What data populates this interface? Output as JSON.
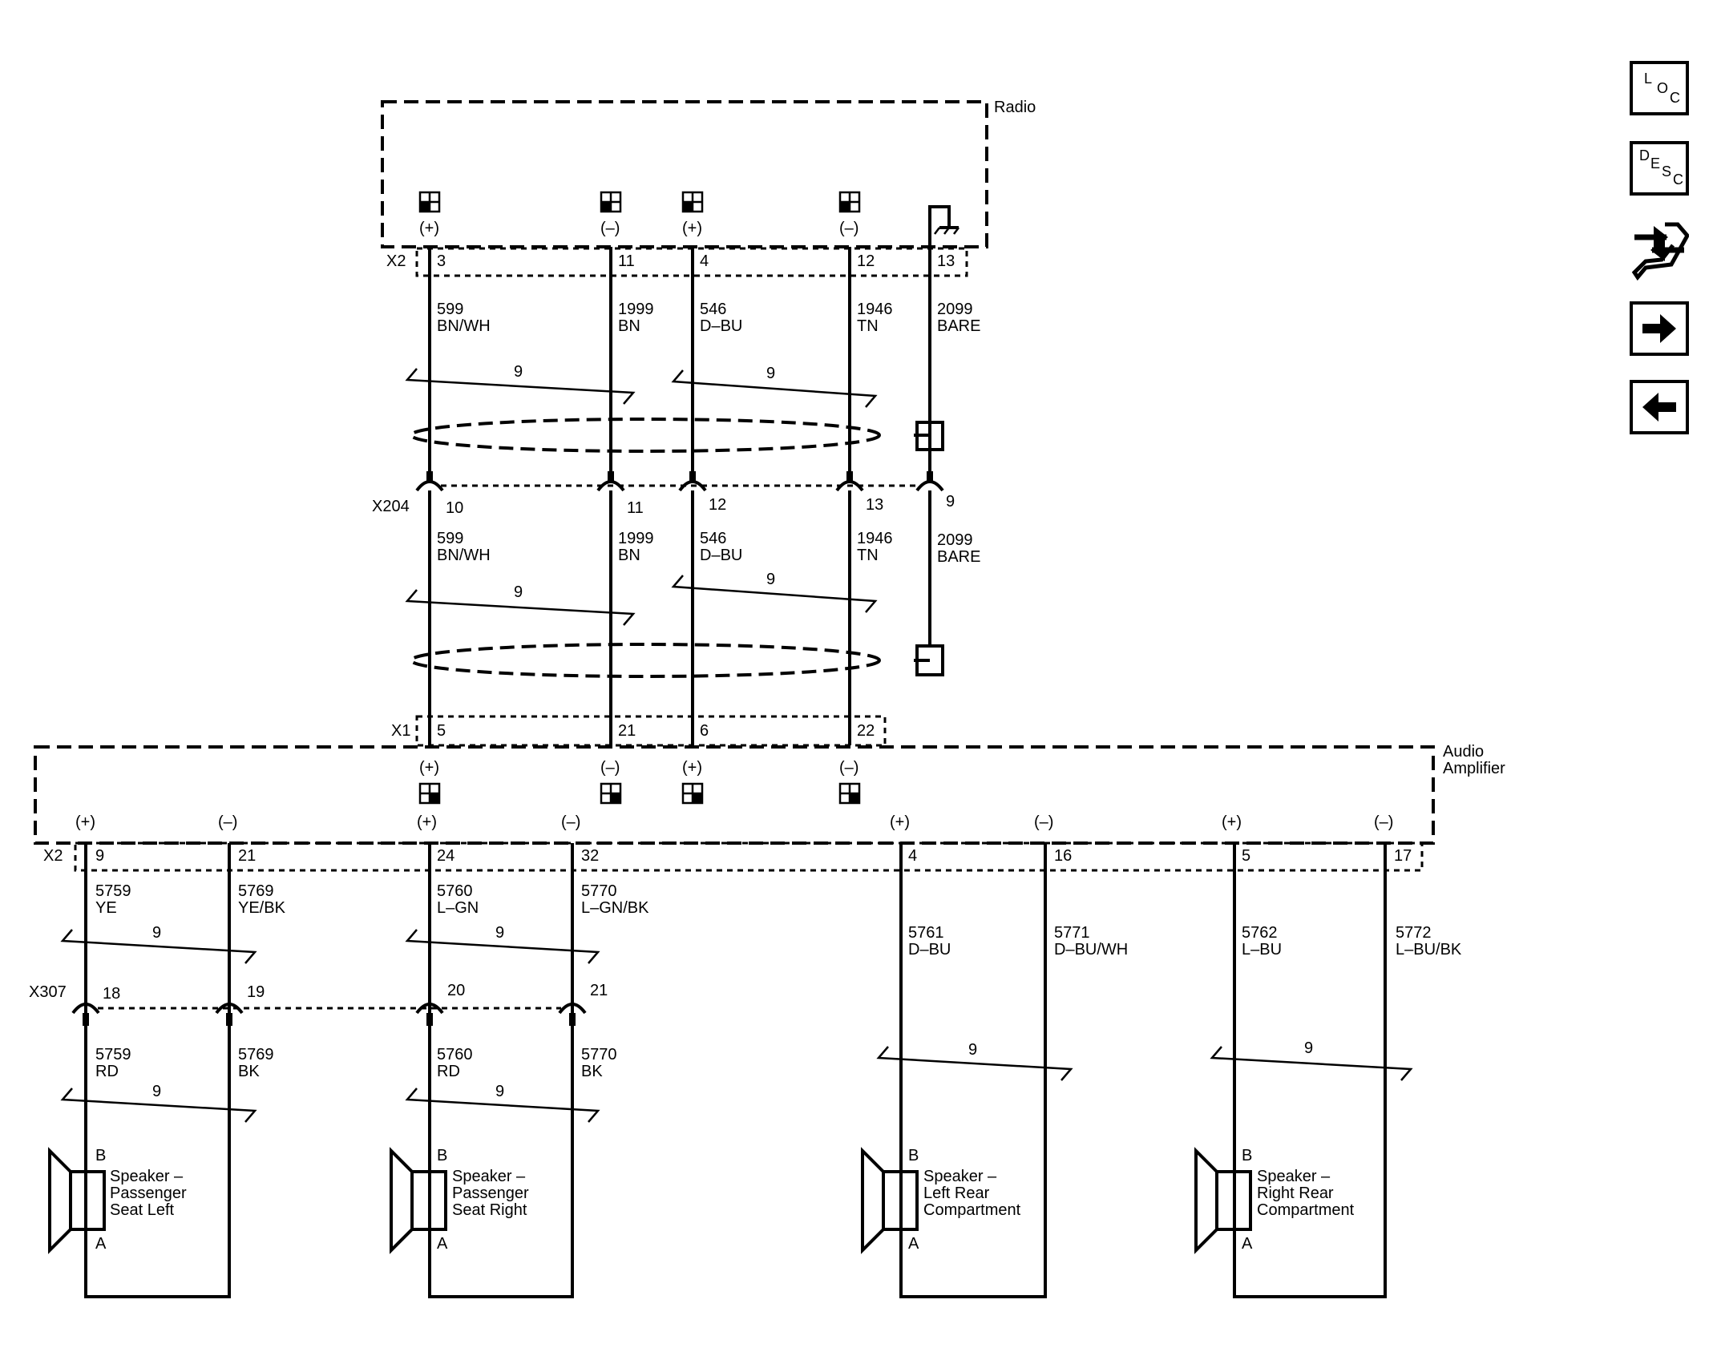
{
  "components": {
    "radio": "Radio",
    "amplifier_line1": "Audio",
    "amplifier_line2": "Amplifier"
  },
  "connectors": {
    "radio_x2": "X2",
    "x204": "X204",
    "amp_x1": "X1",
    "amp_x2": "X2",
    "x307": "X307"
  },
  "polarity": {
    "pos": "(+)",
    "neg": "(–)"
  },
  "twist_label": "9",
  "radio_pins": [
    "3",
    "11",
    "4",
    "12",
    "13"
  ],
  "x204_pins": [
    "10",
    "11",
    "12",
    "13",
    "9"
  ],
  "amp_x1_pins": [
    "5",
    "21",
    "6",
    "22"
  ],
  "amp_x2_pins": [
    "9",
    "21",
    "24",
    "32",
    "4",
    "16",
    "5",
    "17"
  ],
  "x307_pins": [
    "18",
    "19",
    "20",
    "21"
  ],
  "radio_wires": [
    {
      "circuit": "599",
      "color": "BN/WH"
    },
    {
      "circuit": "1999",
      "color": "BN"
    },
    {
      "circuit": "546",
      "color": "D–BU"
    },
    {
      "circuit": "1946",
      "color": "TN"
    },
    {
      "circuit": "2099",
      "color": "BARE"
    }
  ],
  "speaker_wires_upper": [
    {
      "circuit": "5759",
      "color": "YE"
    },
    {
      "circuit": "5769",
      "color": "YE/BK"
    },
    {
      "circuit": "5760",
      "color": "L–GN"
    },
    {
      "circuit": "5770",
      "color": "L–GN/BK"
    },
    {
      "circuit": "5761",
      "color": "D–BU"
    },
    {
      "circuit": "5771",
      "color": "D–BU/WH"
    },
    {
      "circuit": "5762",
      "color": "L–BU"
    },
    {
      "circuit": "5772",
      "color": "L–BU/BK"
    }
  ],
  "speaker_wires_lower": [
    {
      "circuit": "5759",
      "color": "RD"
    },
    {
      "circuit": "5769",
      "color": "BK"
    },
    {
      "circuit": "5760",
      "color": "RD"
    },
    {
      "circuit": "5770",
      "color": "BK"
    }
  ],
  "speakers": [
    {
      "name1": "Speaker –",
      "name2": "Passenger",
      "name3": "Seat Left",
      "pin_b": "B",
      "pin_a": "A"
    },
    {
      "name1": "Speaker –",
      "name2": "Passenger",
      "name3": "Seat Right",
      "pin_b": "B",
      "pin_a": "A"
    },
    {
      "name1": "Speaker –",
      "name2": "Left Rear",
      "name3": "Compartment",
      "pin_b": "B",
      "pin_a": "A"
    },
    {
      "name1": "Speaker –",
      "name2": "Right Rear",
      "name3": "Compartment",
      "pin_b": "B",
      "pin_a": "A"
    }
  ],
  "nav": {
    "loc": {
      "l1": "L",
      "l2": "O",
      "l3": "C"
    },
    "desc": {
      "l1": "D",
      "l2": "E",
      "l3": "S",
      "l4": "C"
    },
    "icons": [
      "connector-swap-icon",
      "arrow-right-icon",
      "arrow-left-icon"
    ]
  }
}
